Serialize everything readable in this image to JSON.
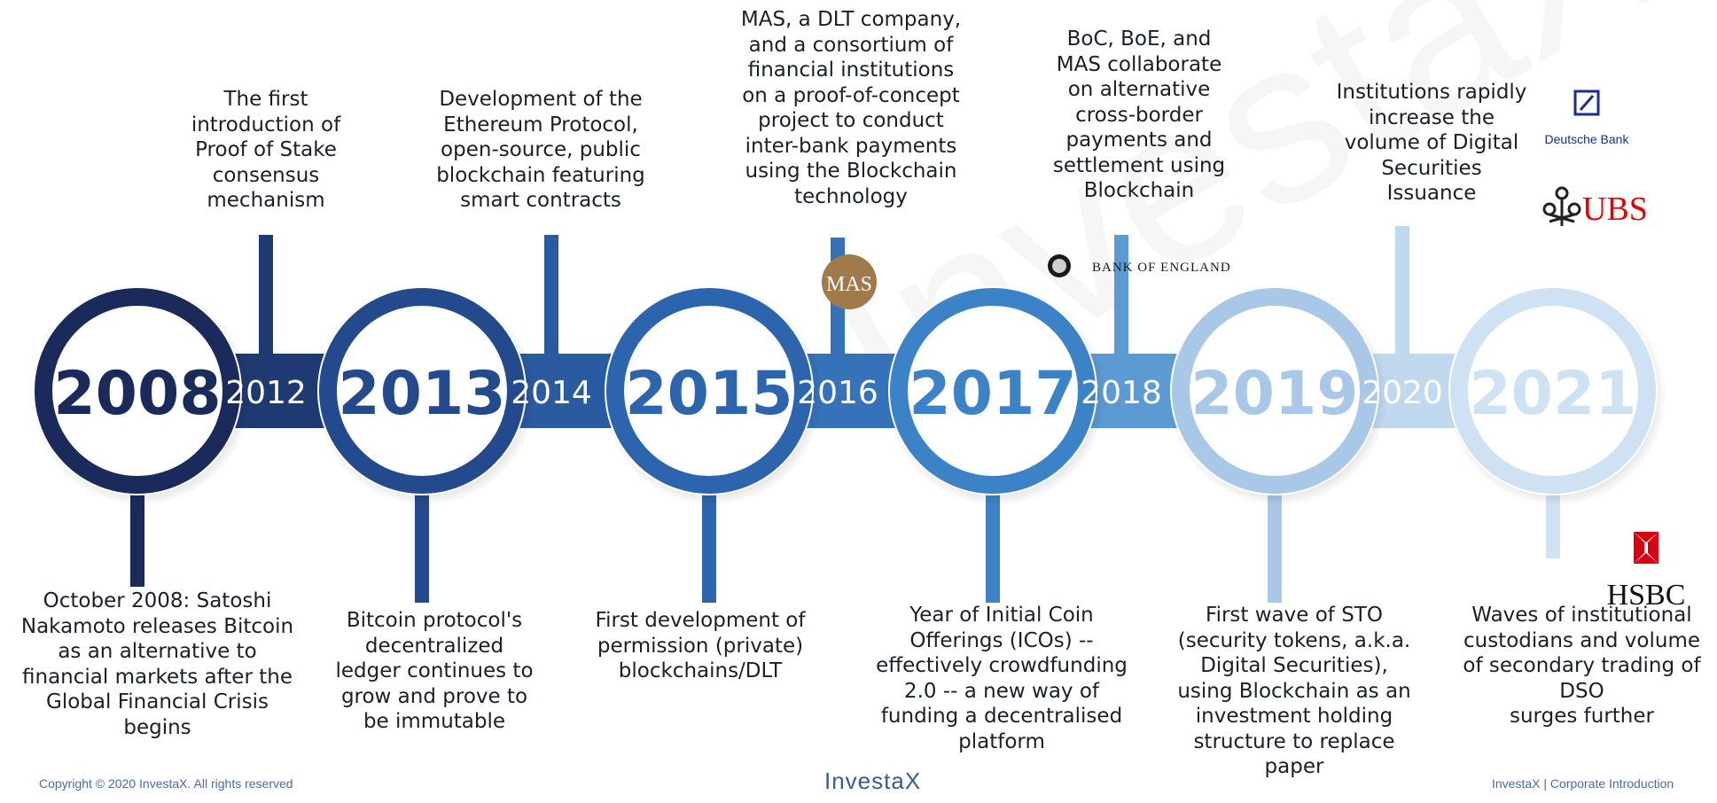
{
  "timeline": {
    "years": [
      {
        "label": "2008",
        "major": true,
        "color": "#1a2a5a"
      },
      {
        "label": "2012",
        "major": false,
        "color": "#1f3a72"
      },
      {
        "label": "2013",
        "major": true,
        "color": "#224a8c"
      },
      {
        "label": "2014",
        "major": false,
        "color": "#2a5aa0"
      },
      {
        "label": "2015",
        "major": true,
        "color": "#2c65ad"
      },
      {
        "label": "2016",
        "major": false,
        "color": "#3572ba"
      },
      {
        "label": "2017",
        "major": true,
        "color": "#3b82c6"
      },
      {
        "label": "2018",
        "major": false,
        "color": "#5c9ad3"
      },
      {
        "label": "2019",
        "major": true,
        "color": "#a9c8e8"
      },
      {
        "label": "2020",
        "major": false,
        "color": "#c1d9ef"
      },
      {
        "label": "2021",
        "major": true,
        "color": "#cfe2f3"
      }
    ]
  },
  "events": {
    "e2008": "October 2008: Satoshi\nNakamoto releases Bitcoin\nas an alternative to\nfinancial markets after the\nGlobal Financial Crisis\nbegins",
    "e2012": "The first\nintroduction of\nProof of Stake\nconsensus\nmechanism",
    "e2013": "Bitcoin protocol's\ndecentralized\nledger continues to\ngrow and prove to\nbe immutable",
    "e2014": "Development of the\nEthereum Protocol,\nopen-source, public\nblockchain featuring\nsmart contracts",
    "e2015": "First development of\npermission (private)\nblockchains/DLT",
    "e2016": "MAS, a DLT company,\nand a consortium of\nfinancial institutions\non a proof-of-concept\nproject to conduct\ninter-bank payments\nusing the Blockchain\ntechnology",
    "e2017": "Year of Initial Coin\nOfferings (ICOs) --\neffectively crowdfunding\n2.0 -- a new way of\nfunding a  decentralised\nplatform",
    "e2018": "BoC, BoE, and\nMAS collaborate\non alternative\ncross-border\npayments and\nsettlement using\nBlockchain",
    "e2019": "First wave of STO\n(security tokens, a.k.a.\nDigital Securities),\nusing Blockchain as an\ninvestment holding\nstructure to replace\npaper",
    "e2020": "Institutions rapidly\nincrease the\nvolume of Digital\nSecurities\nIssuance",
    "e2021": "Waves of institutional\ncustodians and volume\nof secondary trading of\nDSO\nsurges further"
  },
  "logos": {
    "mas": "MAS",
    "boe": "BANK OF ENGLAND",
    "deutsche": "Deutsche Bank",
    "ubs": "UBS",
    "hsbc": "HSBC"
  },
  "footer": {
    "copyright": "Copyright © 2020 InvestaX. All rights reserved",
    "brand": "InvestaX",
    "right": "InvestaX | Corporate Introduction"
  },
  "watermark": "InvestaX"
}
